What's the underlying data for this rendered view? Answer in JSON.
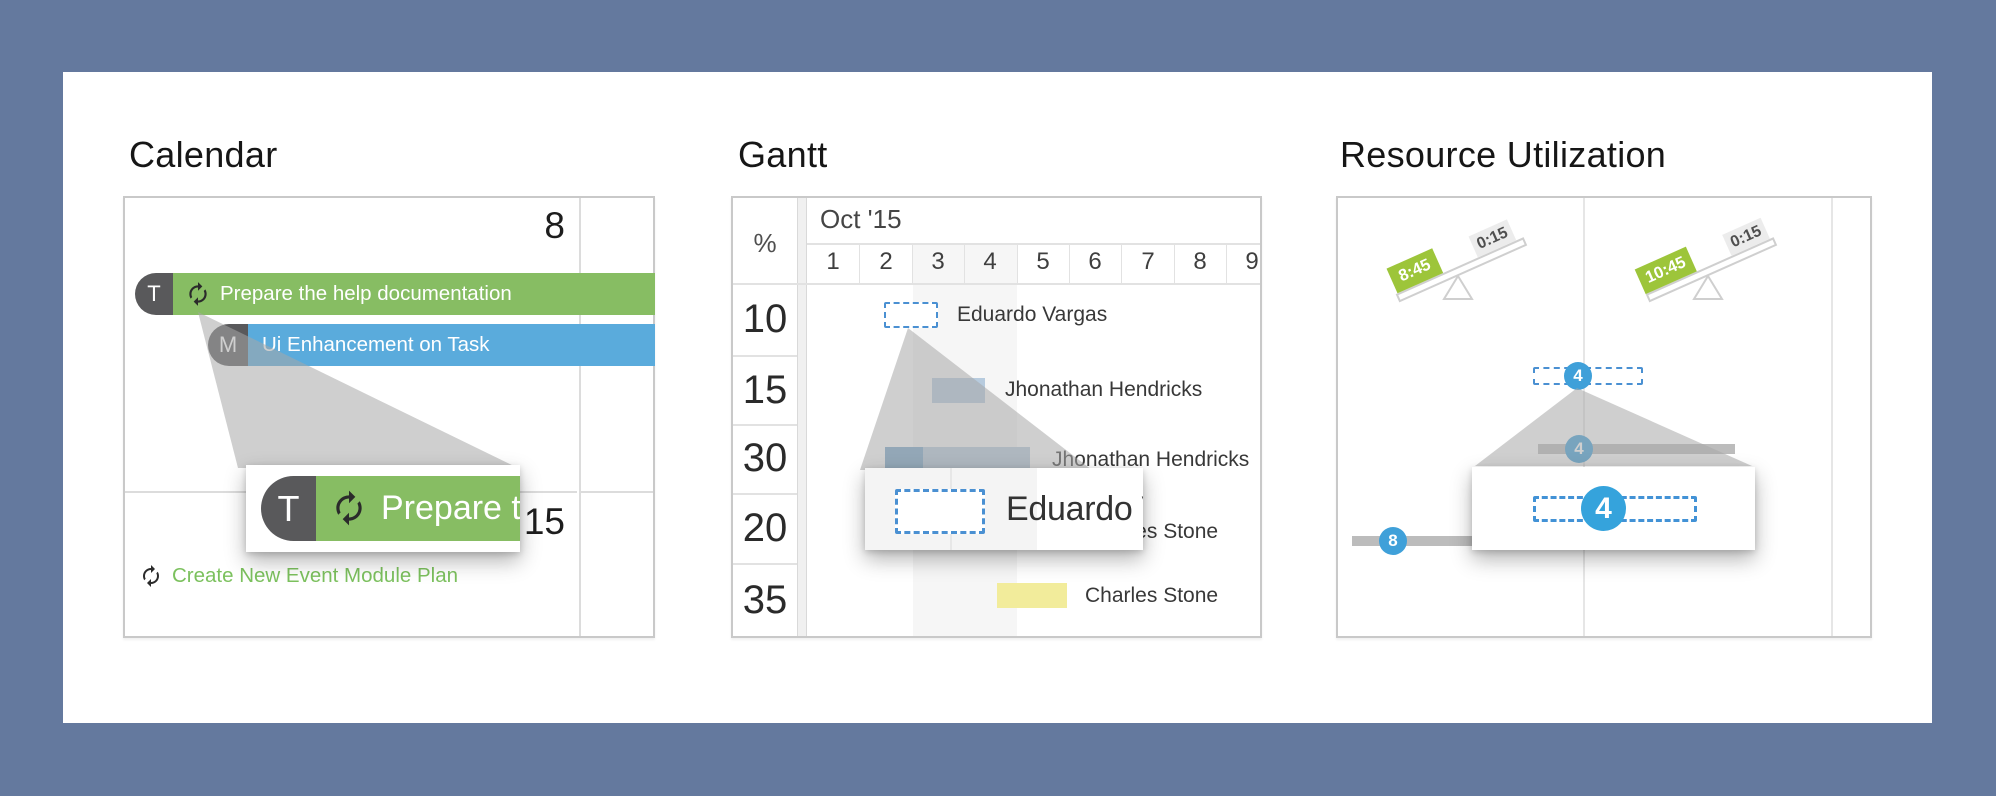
{
  "page": {
    "background_color": "#64799e",
    "card_color": "#ffffff"
  },
  "calendar": {
    "title": "Calendar",
    "dates": {
      "first": "8",
      "second": "15"
    },
    "events": [
      {
        "avatar": "T",
        "title": "Prepare the help documentation",
        "color": "#87bd63"
      },
      {
        "avatar": "M",
        "title": "Ui Enhancement on Task",
        "color": "#5aabdc"
      }
    ],
    "magnifier": {
      "avatar": "T",
      "title": "Prepare the help documentation"
    },
    "link": {
      "label": "Create New Event Module Plan",
      "color": "#7cc15e"
    }
  },
  "gantt": {
    "title": "Gantt",
    "grid": {
      "percent_header": "%",
      "month": "Oct '15",
      "days": [
        "1",
        "2",
        "3",
        "4",
        "5",
        "6",
        "7",
        "8",
        "9"
      ]
    },
    "rows": [
      {
        "percent": "10",
        "label": "Eduardo Vargas"
      },
      {
        "percent": "15",
        "label": "Jhonathan Hendricks"
      },
      {
        "percent": "30",
        "label": "Jhonathan Hendricks"
      },
      {
        "percent": "20",
        "label": "Charles Stone"
      },
      {
        "percent": "35",
        "label": "Charles Stone"
      }
    ],
    "magnifier": {
      "label": "Eduardo Vargas"
    },
    "bar_colors": {
      "selection": "#4a90d2",
      "steel_light": "#b7cbde",
      "steel_dark": "#7aa6cb",
      "yellow": "#f2ec9b"
    }
  },
  "resource": {
    "title": "Resource Utilization",
    "scales": [
      {
        "left_value": "8:45",
        "right_value": "0:15"
      },
      {
        "left_value": "10:45",
        "right_value": "0:15"
      }
    ],
    "allocations": [
      {
        "value": "4"
      },
      {
        "value": "4"
      },
      {
        "value": "8"
      }
    ],
    "magnifier": {
      "value": "4"
    },
    "badge_color": "#3fa0d9",
    "tag_green": "#9dc53a"
  }
}
